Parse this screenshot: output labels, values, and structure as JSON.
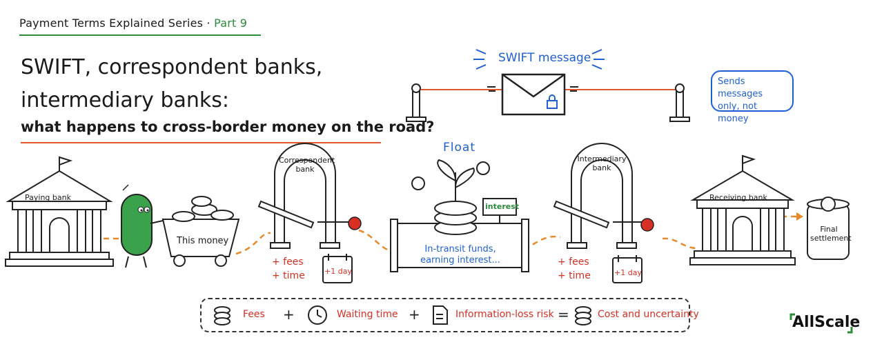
{
  "header": {
    "series_label": "Payment Terms Explained Series",
    "separator": " · ",
    "part_label": "Part 9",
    "title_line1": "SWIFT, correspondent banks,",
    "title_line2": "intermediary banks:",
    "subtitle": "what happens to cross-border money on the road?"
  },
  "swift": {
    "label": "SWIFT message",
    "bubble_line1": "Sends messages",
    "bubble_line2": "only, not money"
  },
  "flow": {
    "paying_bank": "Paying bank",
    "cart_label": "This money",
    "correspondent_line1": "Correspondent",
    "correspondent_line2": "bank",
    "float_label": "Float",
    "interest_sign": "interest",
    "transit_line1": "In-transit funds,",
    "transit_line2": "earning interest...",
    "intermediary_line1": "Intermediary",
    "intermediary_line2": "bank",
    "receiving_bank": "Receiving bank",
    "final_line1": "Final",
    "final_line2": "settlement",
    "fees_left": "+ fees",
    "time_left": "+ time",
    "fees_right": "+ fees",
    "time_right": "+ time",
    "delay_left": "+1 day",
    "delay_right": "+1 day"
  },
  "legend": {
    "fees": "Fees",
    "plus1": "+",
    "waiting": "Waiting time",
    "plus2": "+",
    "info_loss": "Information-loss risk",
    "equals": "=",
    "result": "Cost and uncertainty"
  },
  "brand": {
    "name": "AllScale"
  },
  "colors": {
    "accent_orange": "#e2572b",
    "accent_blue": "#1f5fd6",
    "accent_green": "#2e8b3a",
    "accent_red": "#d93025"
  }
}
